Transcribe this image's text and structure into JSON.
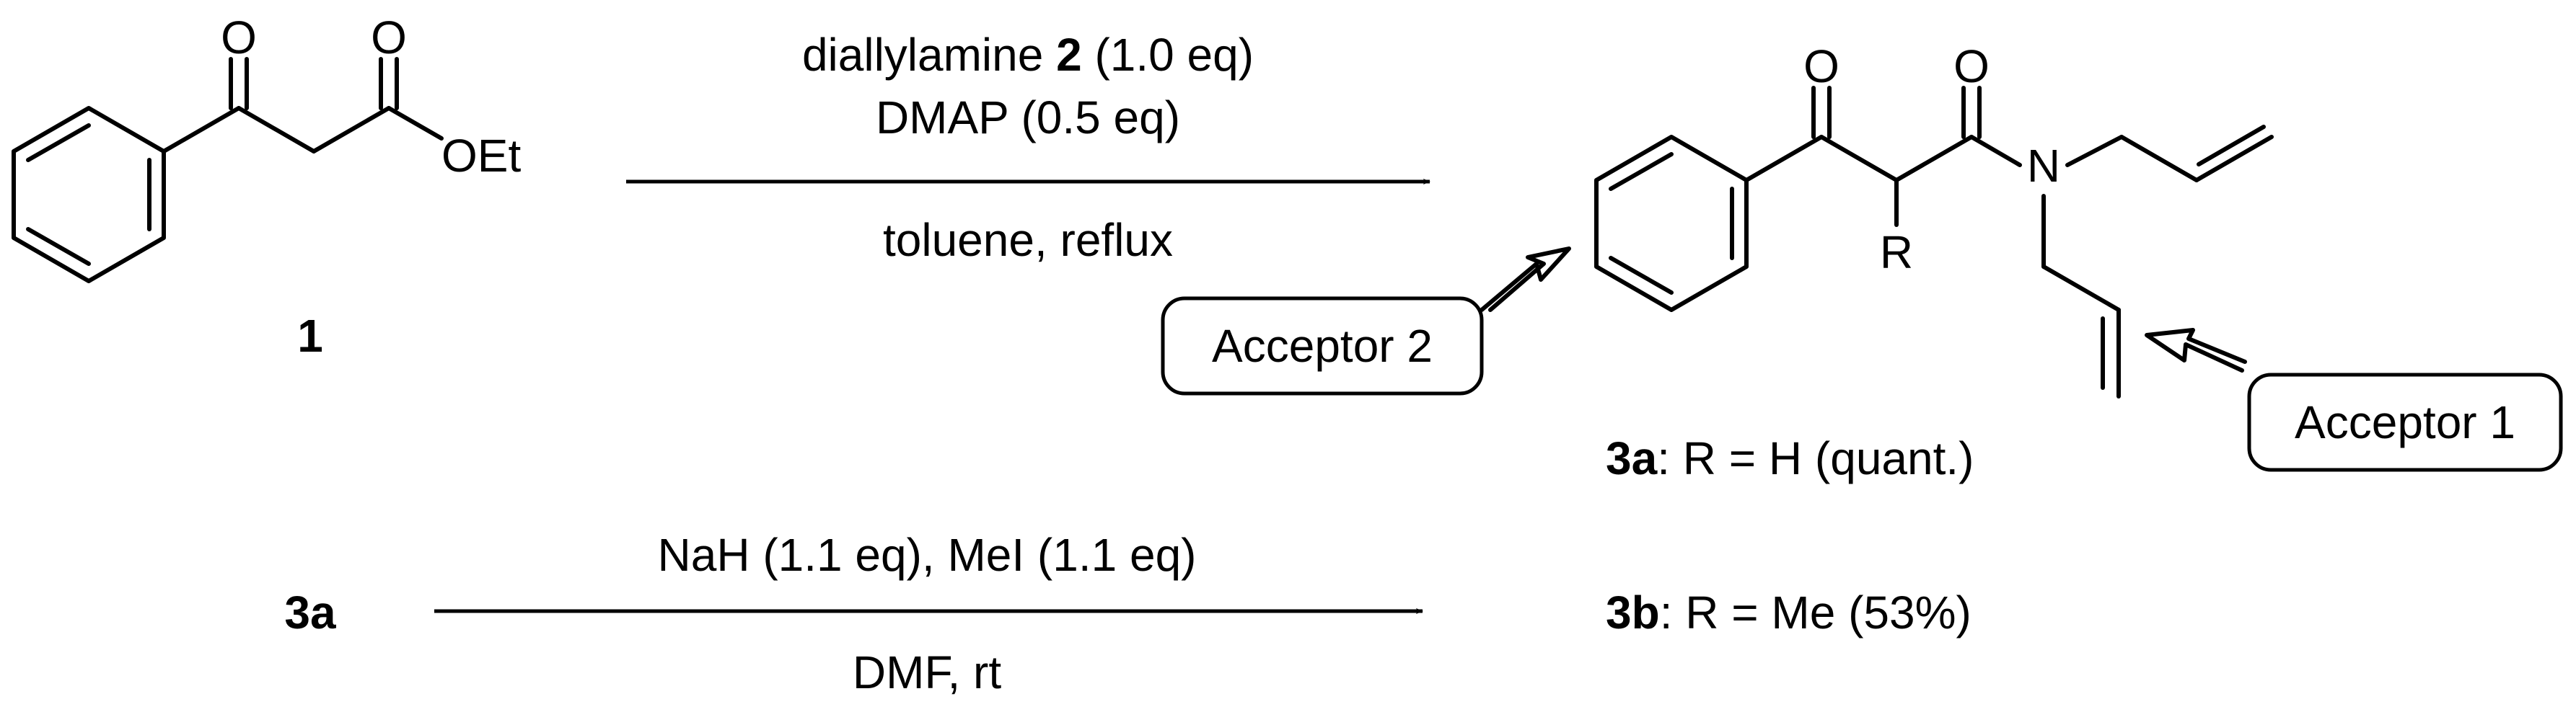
{
  "reaction1": {
    "start_compound": {
      "number": "1",
      "atoms": {
        "o_ketone": "O",
        "o_ester": "O",
        "oet": "OEt"
      }
    },
    "reagents": {
      "line1_pre": "diallylamine ",
      "line1_bold": "2",
      "line1_post": " (1.0 eq)",
      "line2": "DMAP (0.5 eq)",
      "conditions": "toluene, reflux"
    },
    "product": {
      "atoms": {
        "o_ketone": "O",
        "o_amide": "O",
        "n": "N",
        "r": "R"
      },
      "label_bold": "3a",
      "label_rest": ": R = H (quant.)"
    },
    "annotations": {
      "acceptor2": "Acceptor 2",
      "acceptor1": "Acceptor 1"
    }
  },
  "reaction2": {
    "start_label": "3a",
    "reagents": "NaH (1.1 eq), MeI (1.1 eq)",
    "conditions": "DMF, rt",
    "product_bold": "3b",
    "product_rest": ": R = Me (53%)"
  }
}
